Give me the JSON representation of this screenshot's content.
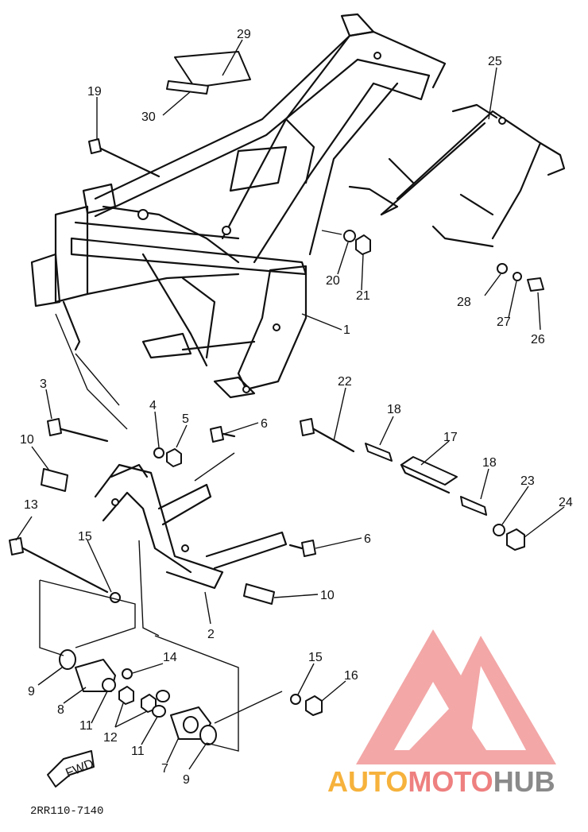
{
  "diagram": {
    "part_labels": [
      {
        "id": "29",
        "text": "29"
      },
      {
        "id": "30",
        "text": "30"
      },
      {
        "id": "19",
        "text": "19"
      },
      {
        "id": "25",
        "text": "25"
      },
      {
        "id": "20",
        "text": "20"
      },
      {
        "id": "21",
        "text": "21"
      },
      {
        "id": "28",
        "text": "28"
      },
      {
        "id": "27",
        "text": "27"
      },
      {
        "id": "26",
        "text": "26"
      },
      {
        "id": "1",
        "text": "1"
      },
      {
        "id": "3",
        "text": "3"
      },
      {
        "id": "4",
        "text": "4"
      },
      {
        "id": "5",
        "text": "5"
      },
      {
        "id": "6a",
        "text": "6"
      },
      {
        "id": "22",
        "text": "22"
      },
      {
        "id": "18a",
        "text": "18"
      },
      {
        "id": "17",
        "text": "17"
      },
      {
        "id": "10a",
        "text": "10"
      },
      {
        "id": "18b",
        "text": "18"
      },
      {
        "id": "23",
        "text": "23"
      },
      {
        "id": "24",
        "text": "24"
      },
      {
        "id": "13",
        "text": "13"
      },
      {
        "id": "15a",
        "text": "15"
      },
      {
        "id": "6b",
        "text": "6"
      },
      {
        "id": "10b",
        "text": "10"
      },
      {
        "id": "2",
        "text": "2"
      },
      {
        "id": "14",
        "text": "14"
      },
      {
        "id": "15b",
        "text": "15"
      },
      {
        "id": "16",
        "text": "16"
      },
      {
        "id": "9a",
        "text": "9"
      },
      {
        "id": "8",
        "text": "8"
      },
      {
        "id": "11a",
        "text": "11"
      },
      {
        "id": "12",
        "text": "12"
      },
      {
        "id": "11b",
        "text": "11"
      },
      {
        "id": "7",
        "text": "7"
      },
      {
        "id": "9b",
        "text": "9"
      }
    ],
    "fwd_label": "FWD",
    "drawing_code": "2RR110-7140"
  },
  "watermark": {
    "part1": "AUTO",
    "part2": "MOTO",
    "part3": "HUB",
    "colors": {
      "auto": "#f6b23c",
      "moto": "#ee8080",
      "hub": "#8a8a8a",
      "logo": "#f08a8a"
    }
  }
}
